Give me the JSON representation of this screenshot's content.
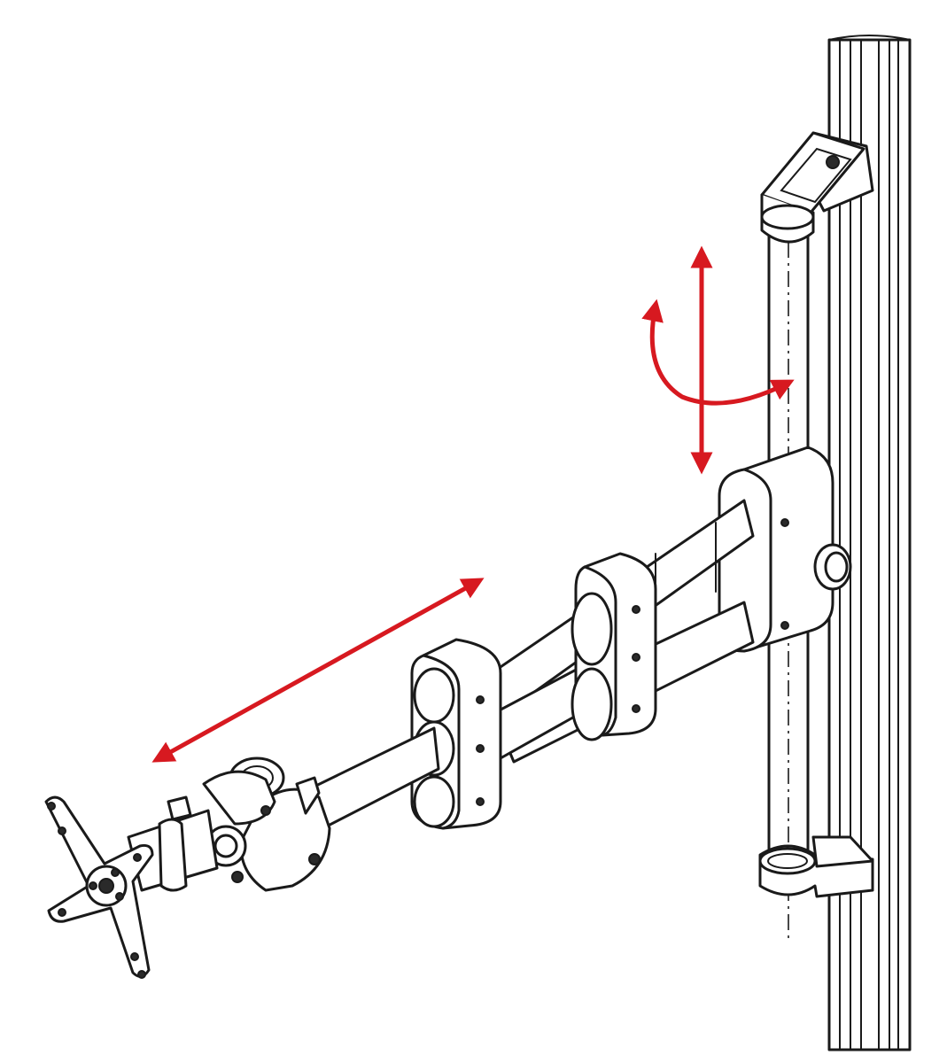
{
  "figure": {
    "subject": "monitor-arm-on-rail",
    "colors": {
      "line": "#1a1a1a",
      "fill": "#ffffff",
      "arrow": "#d71920"
    },
    "arrows": [
      "telescopic-extension-arrow",
      "height-adjust-arrow",
      "swivel-rotation-arrow"
    ]
  }
}
